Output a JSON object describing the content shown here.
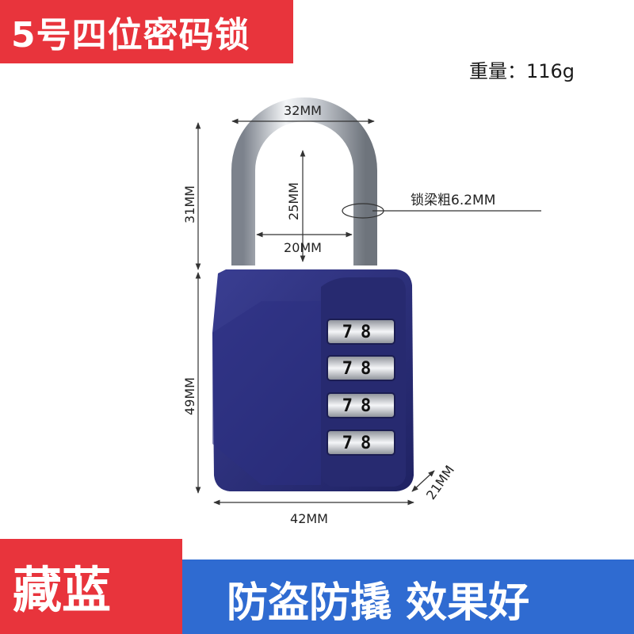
{
  "product": {
    "title": "5号四位密码锁",
    "weight_text": "重量：116g",
    "color_name": "藏蓝",
    "slogan": "防盗防撬 效果好"
  },
  "dimensions": {
    "top_width": "32MM",
    "shackle_height": "31MM",
    "inner_height": "25MM",
    "inner_width": "20MM",
    "shackle_thickness": "锁梁粗6.2MM",
    "body_height": "49MM",
    "body_width": "42MM",
    "body_depth": "21MM"
  },
  "dials": [
    "78",
    "78",
    "78",
    "78"
  ],
  "colors": {
    "banner_red": "#e8343c",
    "banner_blue": "#2f6bd1",
    "lock_navy": "#2a2d78"
  }
}
